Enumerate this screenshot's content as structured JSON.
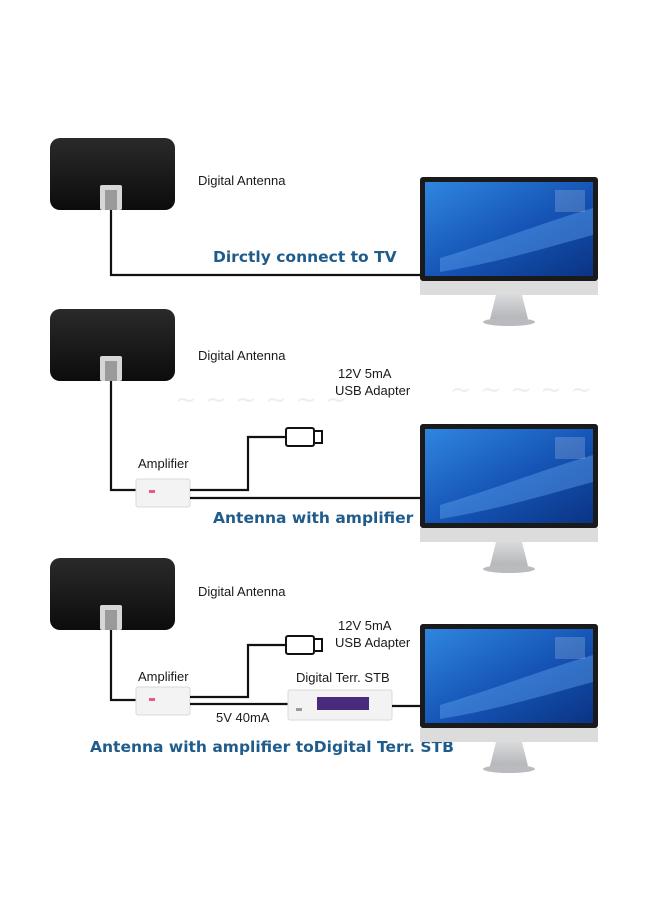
{
  "colors": {
    "caption": "#1f5c8c",
    "antenna": "#141414",
    "cable": "#111111",
    "bezel": "#1a1a1a",
    "screen_top": "#1d64c4",
    "screen_bottom": "#0b3e92",
    "stand": "#c9cacc",
    "amplifier": "#f3f3f3",
    "amp_led": "#e05a8a",
    "stb_display": "#4a2a7a"
  },
  "panels": [
    {
      "antenna_label": "Digital Antenna",
      "caption": "Dirctly connect to TV"
    },
    {
      "antenna_label": "Digital Antenna",
      "amplifier_label": "Amplifier",
      "adapter_label_line1": "12V 5mA",
      "adapter_label_line2": "USB Adapter",
      "caption": "Antenna with amplifier"
    },
    {
      "antenna_label": "Digital Antenna",
      "amplifier_label": "Amplifier",
      "adapter_label_line1": "12V 5mA",
      "adapter_label_line2": "USB Adapter",
      "stb_label": "Digital Terr. STB",
      "power_label": "5V 40mA",
      "caption": "Antenna with amplifier toDigital Terr. STB"
    }
  ]
}
